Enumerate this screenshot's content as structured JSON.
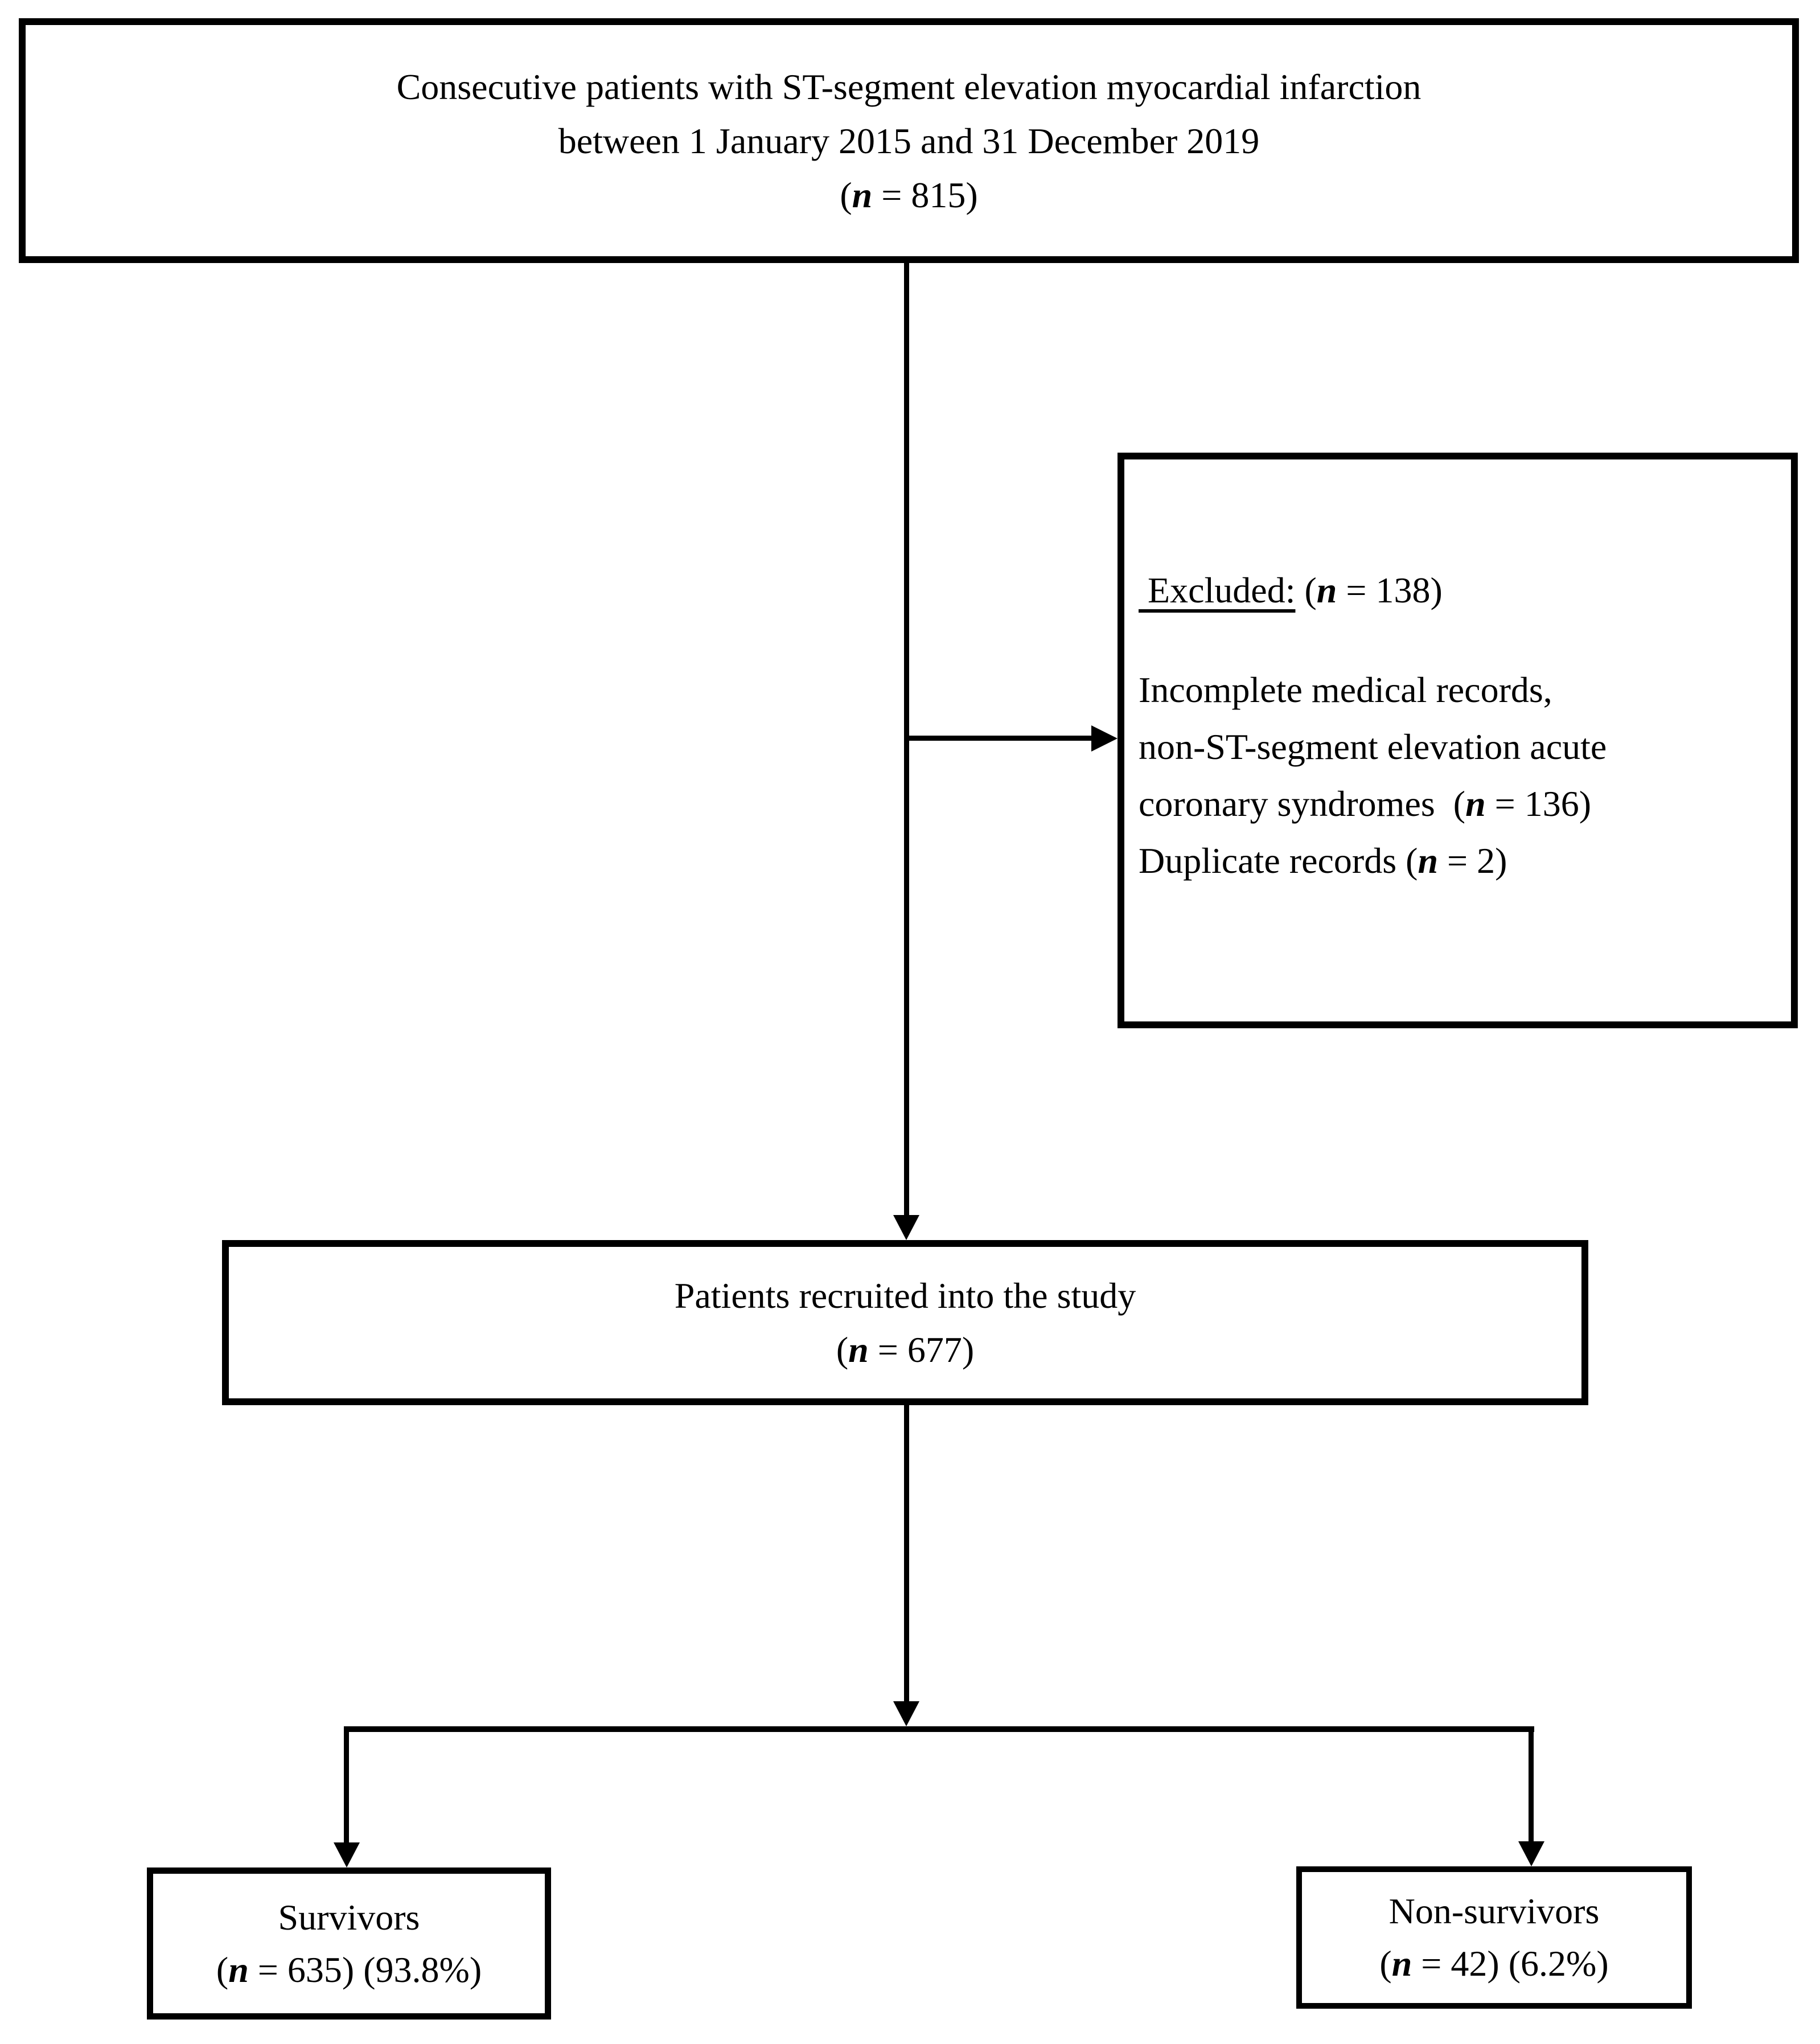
{
  "colors": {
    "ink": "#000000",
    "background": "#ffffff"
  },
  "boxes": {
    "top": {
      "line1": "Consecutive patients with ST-segment elevation myocardial infarction",
      "line2": "between 1 January 2015 and 31 December 2019",
      "count_open": "(",
      "n": "n",
      "count_rest": " = 815)"
    },
    "excluded": {
      "heading_underlined": " Excluded:",
      "heading_open": " (",
      "n": "n",
      "heading_rest": " = 138)",
      "reason1": "Incomplete medical records,",
      "reason2": "non-ST-segment elevation acute",
      "reason3_prefix": "coronary syndromes  (",
      "reason3_n": "n",
      "reason3_rest": " = 136)",
      "reason4_prefix": "Duplicate records (",
      "reason4_n": "n",
      "reason4_rest": " = 2)"
    },
    "recruited": {
      "line1": "Patients recruited into the study",
      "count_open": "(",
      "n": "n",
      "count_rest": " = 677)"
    },
    "survivors": {
      "line1": "Survivors",
      "count_open": "(",
      "n": "n",
      "count_rest": " = 635) (93.8%)"
    },
    "non_survivors": {
      "line1": "Non-survivors",
      "count_open": "(",
      "n": "n",
      "count_rest": " = 42) (6.2%)"
    }
  }
}
